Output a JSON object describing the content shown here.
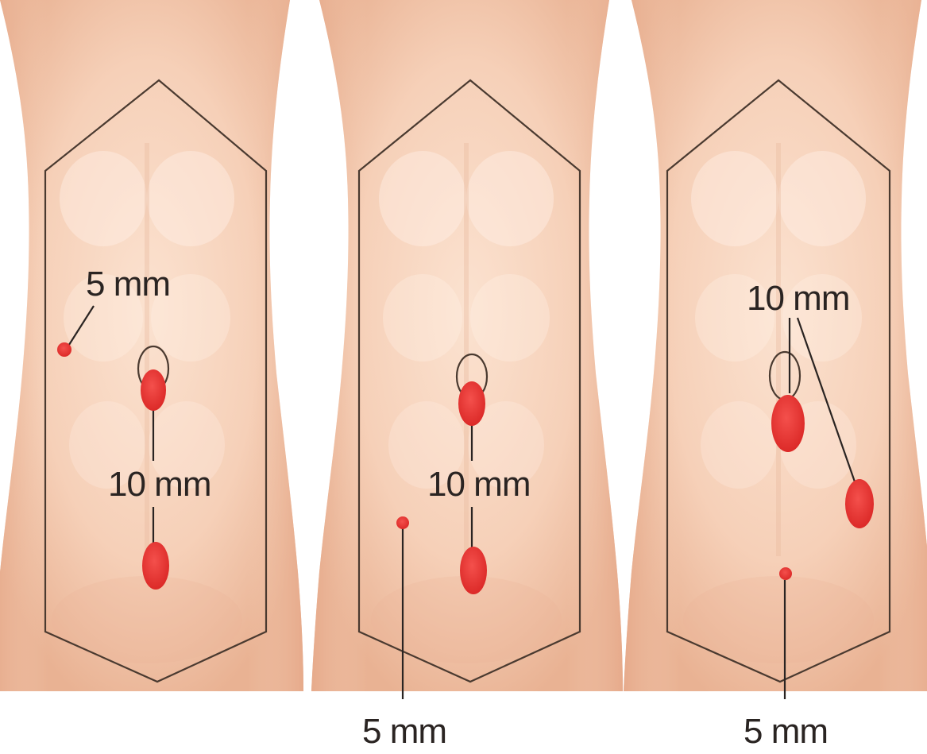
{
  "colors": {
    "skin": "#f6d3bc",
    "skin_shadow": "#e8ae8e",
    "outline": "#4a3a30",
    "port": "#e8312e",
    "ink": "#2a2422"
  },
  "panels": [
    {
      "ports": [
        {
          "size": "5 mm",
          "kind": "small"
        },
        {
          "size": "10 mm",
          "kind": "large",
          "site": "umbilicus"
        },
        {
          "size": "10 mm",
          "kind": "large"
        }
      ],
      "labels": {
        "small": "5 mm",
        "large": "10 mm"
      }
    },
    {
      "ports": [
        {
          "size": "10 mm",
          "kind": "large",
          "site": "umbilicus"
        },
        {
          "size": "10 mm",
          "kind": "large"
        },
        {
          "size": "5 mm",
          "kind": "small"
        }
      ],
      "labels": {
        "large": "10 mm",
        "small": "5 mm"
      }
    },
    {
      "ports": [
        {
          "size": "10 mm",
          "kind": "large",
          "site": "umbilicus"
        },
        {
          "size": "10 mm",
          "kind": "large"
        },
        {
          "size": "5 mm",
          "kind": "small"
        }
      ],
      "labels": {
        "large": "10 mm",
        "small": "5 mm"
      }
    }
  ]
}
